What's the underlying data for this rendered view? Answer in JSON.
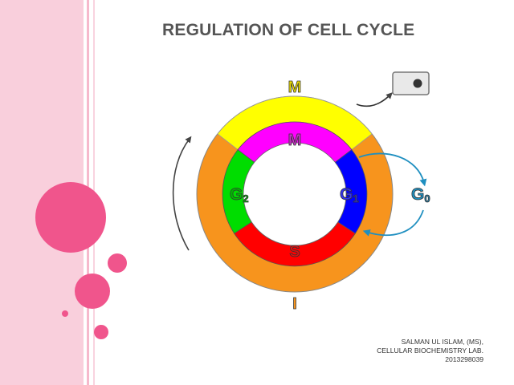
{
  "title": "REGULATION OF CELL CYCLE",
  "phases": {
    "outer_m": "M",
    "inner_m": "M",
    "g1": "G",
    "g1_sub": "1",
    "g2": "G",
    "g2_sub": "2",
    "s": "S",
    "g0": "G",
    "g0_sub": "0",
    "interphase": "I"
  },
  "credit": {
    "line1": "SALMAN UL ISLAM, (MS),",
    "line2": "CELLULAR BIOCHEMISTRY LAB.",
    "line3": "2013298039"
  },
  "colors": {
    "interphase": "#f7941d",
    "mitosis_outer": "#ffff00",
    "mitosis_inner": "#ff00ff",
    "g1": "#0000ff",
    "g2": "#00cc00",
    "s": "#ff0000",
    "g0_arrow": "#1f8fc0",
    "decor_pink": "#f0558c"
  }
}
